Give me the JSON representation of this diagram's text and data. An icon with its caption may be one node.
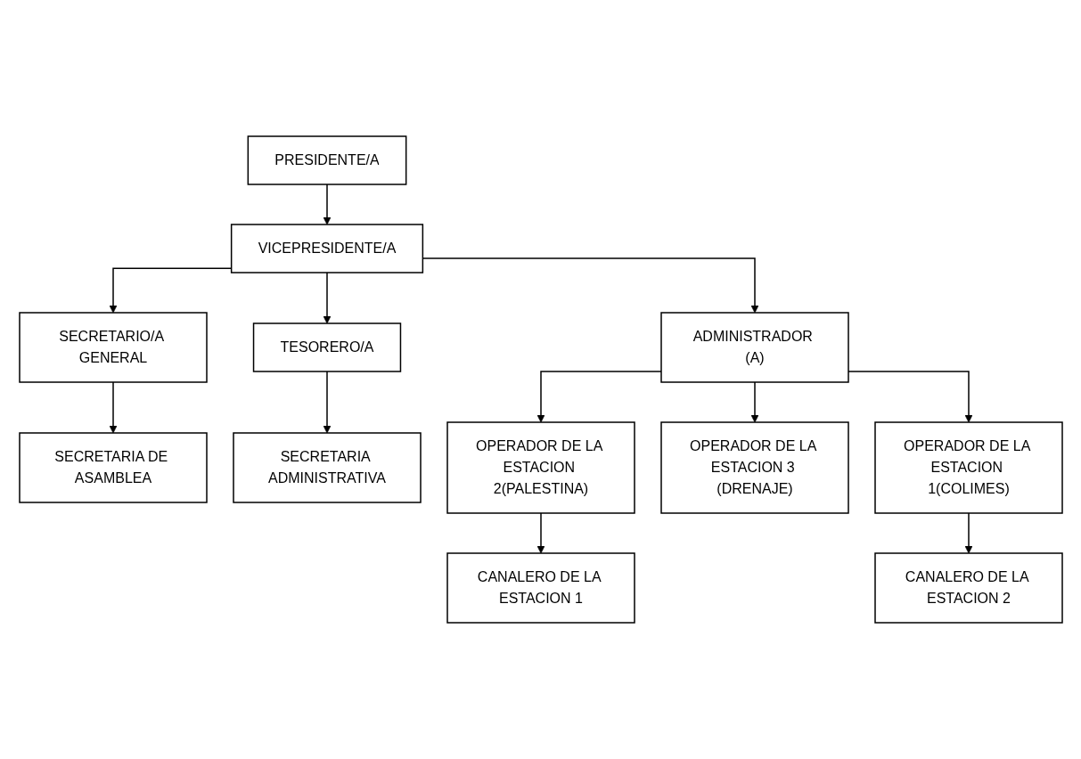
{
  "diagram": {
    "nodes": [
      {
        "text": [
          "PRESIDENTE/A"
        ]
      },
      {
        "text": [
          "VICEPRESIDENTE/A"
        ]
      },
      {
        "text": [
          "SECRETARIO/A GENERAL"
        ]
      },
      {
        "text": [
          "TESORERO/A"
        ]
      },
      {
        "text": [
          "ADMINISTRADOR (A)"
        ]
      },
      {
        "text": [
          "SECRETARIA DE ASAMBLEA"
        ]
      },
      {
        "text": [
          "SECRETARIA ADMINISTRATIVA"
        ]
      },
      {
        "text": [
          "OPERADOR DE LA ESTACION 2(PALESTINA)"
        ]
      },
      {
        "text": [
          "OPERADOR DE LA ESTACION 3 (DRENAJE)"
        ]
      },
      {
        "text": [
          "OPERADOR DE LA ESTACION 1(COLIMES)"
        ]
      },
      {
        "text": [
          "CANALERO DE LA ESTACION 1"
        ]
      },
      {
        "text": [
          "CANALERO DE LA ESTACION 2"
        ]
      }
    ],
    "edges": [
      {
        "from": 0,
        "to": 1,
        "arrow": "to"
      },
      {
        "from": 1,
        "to": 2,
        "arrow": "to"
      },
      {
        "from": 1,
        "to": 3,
        "arrow": "to"
      },
      {
        "from": 1,
        "to": 4,
        "arrow": "to"
      },
      {
        "from": 2,
        "to": 5,
        "arrow": "to"
      },
      {
        "from": 3,
        "to": 6,
        "arrow": "to"
      },
      {
        "from": 4,
        "to": 7,
        "arrow": "to"
      },
      {
        "from": 4,
        "to": 8,
        "arrow": "to"
      },
      {
        "from": 4,
        "to": 9,
        "arrow": "to"
      },
      {
        "from": 7,
        "to": 10,
        "arrow": "to"
      },
      {
        "from": 9,
        "to": 11,
        "arrow": "to"
      }
    ]
  }
}
